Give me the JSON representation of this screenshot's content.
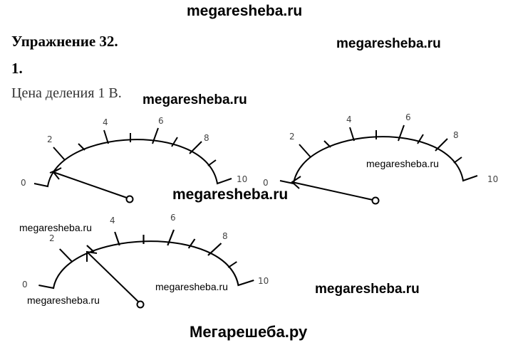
{
  "header_watermark": "megaresheba.ru",
  "exercise_title": "Упражнение 32.",
  "item_number": "1.",
  "text": "Цена деления 1 В.",
  "watermarks": [
    "megaresheba.ru",
    "megaresheba.ru",
    "megaresheba.ru",
    "megaresheba.ru",
    "megaresheba.ru",
    "megaresheba.ru",
    "megaresheba.ru",
    "megaresheba.ru"
  ],
  "gauge_labels": [
    "0",
    "2",
    "4",
    "6",
    "8",
    "10"
  ],
  "footer": "Мегарешеба.ру"
}
